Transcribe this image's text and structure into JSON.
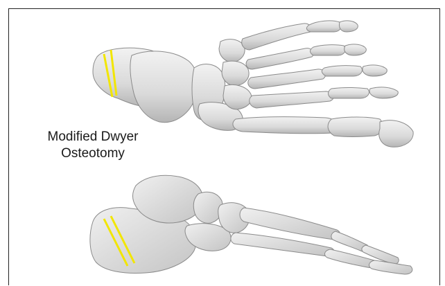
{
  "caption": {
    "line1": "Modified Dwyer",
    "line2": "Osteotomy"
  },
  "colors": {
    "bone_fill": "#e6e6e6",
    "bone_shade": "#b9b9b9",
    "bone_outline": "#8a8a8a",
    "osteotomy_line": "#f2e600",
    "frame": "#222222"
  },
  "views": {
    "top": "dorsal-view-foot-skeleton",
    "bottom": "lateral-view-foot-skeleton"
  }
}
